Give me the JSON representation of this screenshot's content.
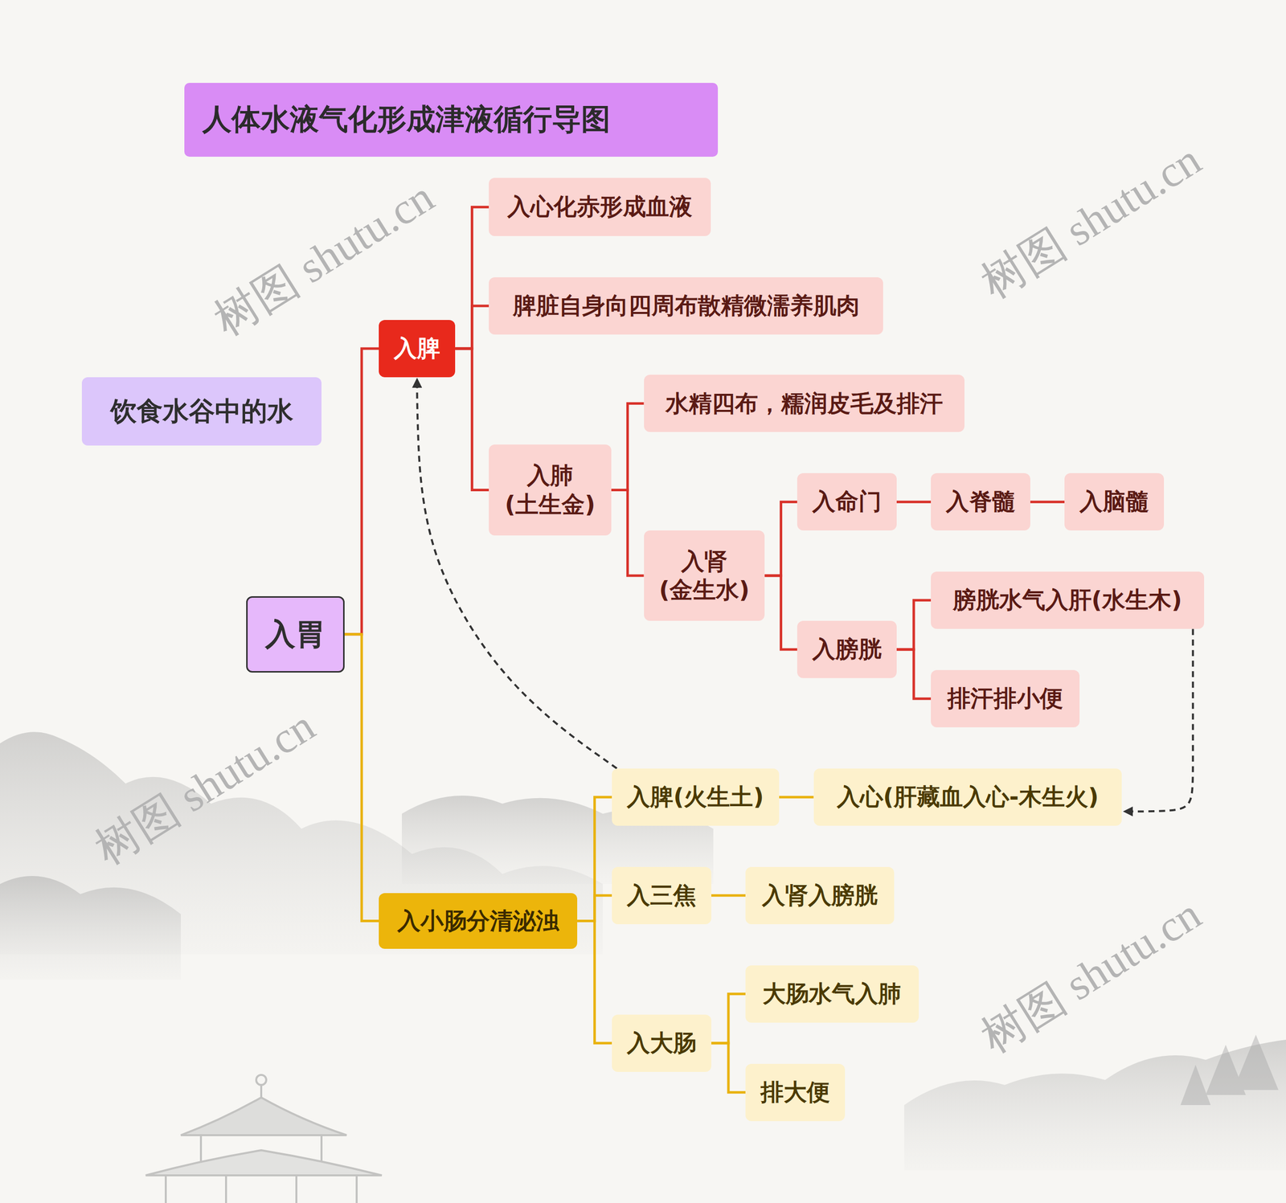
{
  "diagram": {
    "title": "人体水液气化形成津液循行导图",
    "nodes": [
      {
        "text": [
          "饮食水谷中的水"
        ]
      },
      {
        "text": [
          "入胃"
        ]
      },
      {
        "text": [
          "入脾"
        ]
      },
      {
        "text": [
          "入心化赤形成血液"
        ]
      },
      {
        "text": [
          "脾脏自身向四周布散精微濡养肌肉"
        ]
      },
      {
        "text": [
          "入肺 (土生金)"
        ]
      },
      {
        "text": [
          "水精四布，糯润皮毛及排汗"
        ]
      },
      {
        "text": [
          "入肾 (金生水)"
        ]
      },
      {
        "text": [
          "入命门"
        ]
      },
      {
        "text": [
          "入脊髓"
        ]
      },
      {
        "text": [
          "入脑髓"
        ]
      },
      {
        "text": [
          "膀胱水气入肝(水生木)"
        ]
      },
      {
        "text": [
          "入膀胱"
        ]
      },
      {
        "text": [
          "排汗排小便"
        ]
      },
      {
        "text": [
          "入小肠分清泌浊"
        ]
      },
      {
        "text": [
          "入脾(火生土)"
        ]
      },
      {
        "text": [
          "入心(肝藏血入心-木生火)"
        ]
      },
      {
        "text": [
          "入三焦"
        ]
      },
      {
        "text": [
          "入肾入膀胱"
        ]
      },
      {
        "text": [
          "入大肠"
        ]
      },
      {
        "text": [
          "大肠水气入肺"
        ]
      },
      {
        "text": [
          "排大便"
        ]
      }
    ],
    "edges": [
      {
        "from": 1,
        "to": 2,
        "arrow": "none"
      },
      {
        "from": 1,
        "to": 14,
        "arrow": "none"
      },
      {
        "from": 2,
        "to": 3,
        "arrow": "none"
      },
      {
        "from": 2,
        "to": 4,
        "arrow": "none"
      },
      {
        "from": 2,
        "to": 5,
        "arrow": "none"
      },
      {
        "from": 5,
        "to": 6,
        "arrow": "none"
      },
      {
        "from": 5,
        "to": 7,
        "arrow": "none"
      },
      {
        "from": 7,
        "to": 8,
        "arrow": "none"
      },
      {
        "from": 8,
        "to": 9,
        "arrow": "none"
      },
      {
        "from": 9,
        "to": 10,
        "arrow": "none"
      },
      {
        "from": 7,
        "to": 12,
        "arrow": "none"
      },
      {
        "from": 12,
        "to": 11,
        "arrow": "none"
      },
      {
        "from": 12,
        "to": 13,
        "arrow": "none"
      },
      {
        "from": 14,
        "to": 15,
        "arrow": "none"
      },
      {
        "from": 15,
        "to": 16,
        "arrow": "none"
      },
      {
        "from": 14,
        "to": 17,
        "arrow": "none"
      },
      {
        "from": 17,
        "to": 18,
        "arrow": "none"
      },
      {
        "from": 14,
        "to": 19,
        "arrow": "none"
      },
      {
        "from": 19,
        "to": 20,
        "arrow": "none"
      },
      {
        "from": 19,
        "to": 21,
        "arrow": "none"
      },
      {
        "from": 15,
        "to": 2,
        "arrow": "to"
      },
      {
        "from": 11,
        "to": 16,
        "arrow": "to"
      }
    ],
    "labels": [
      "树图 shutu.cn",
      "树图 shutu.cn",
      "树图 shutu.cn",
      "树图 shutu.cn"
    ]
  }
}
